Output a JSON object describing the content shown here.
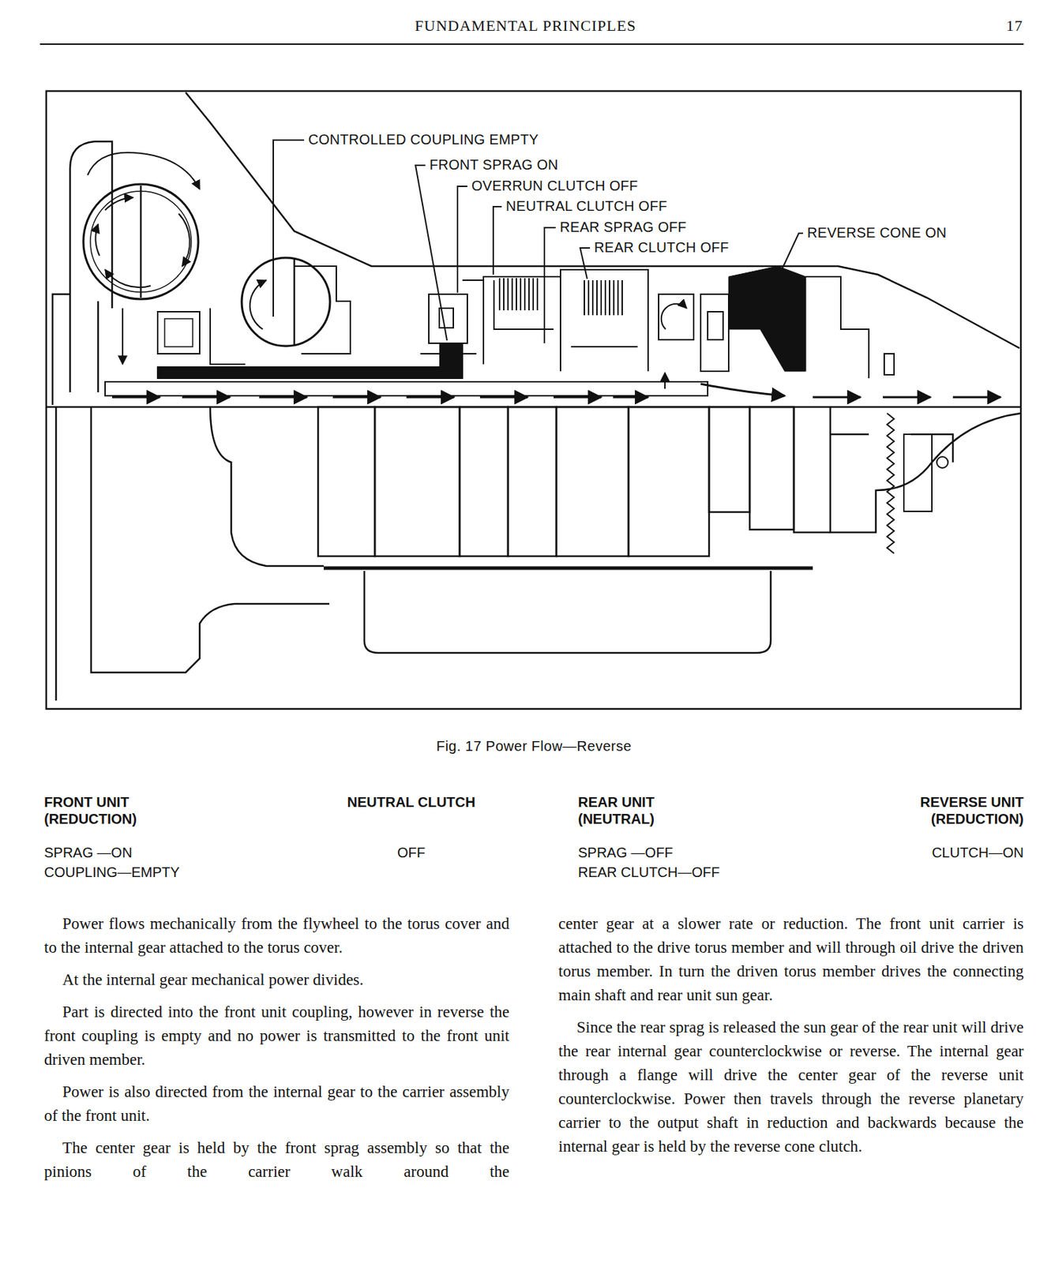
{
  "diagram": {
    "title": "FUNDAMENTAL PRINCIPLES",
    "caption": "Fig. 17 Power Flow—Reverse",
    "labels": [
      "17",
      "CONTROLLED COUPLING EMPTY",
      "FRONT SPRAG ON",
      "OVERRUN CLUTCH OFF",
      "NEUTRAL CLUTCH OFF",
      "REAR SPRAG OFF",
      "REAR CLUTCH OFF",
      "REVERSE CONE ON",
      "FRONT UNIT (REDUCTION)",
      "NEUTRAL CLUTCH",
      "REAR UNIT (NEUTRAL)",
      "REVERSE UNIT (REDUCTION)",
      "SPRAG —ON",
      "COUPLING—EMPTY",
      "OFF",
      "SPRAG —OFF",
      "REAR CLUTCH—OFF",
      "CLUTCH—ON",
      "Power flows mechanically from the flywheel to the torus cover and to the internal gear attached to the torus cover.",
      "At the internal gear mechanical power divides.",
      "Part is directed into the front unit coupling, however in reverse the front coupling is empty and no power is transmitted to the front unit driven member.",
      "Power is also directed from the internal gear to the carrier assembly of the front unit.",
      "The center gear is held by the front sprag assembly so that the pinions of the carrier walk around the",
      "center gear at a slower rate or reduction. The front unit carrier is attached to the drive torus member and will through oil drive the driven torus member. In turn the driven torus member drives the connecting main shaft and rear unit sun gear.",
      "Since the rear sprag is released the sun gear of the rear unit will drive the rear internal gear counterclockwise or reverse. The internal gear through a flange will drive the center gear of the reverse unit counterclockwise. Power then travels through the reverse planetary carrier to the output shaft in reduction and backwards because the internal gear is held by the reverse cone clutch."
    ]
  }
}
